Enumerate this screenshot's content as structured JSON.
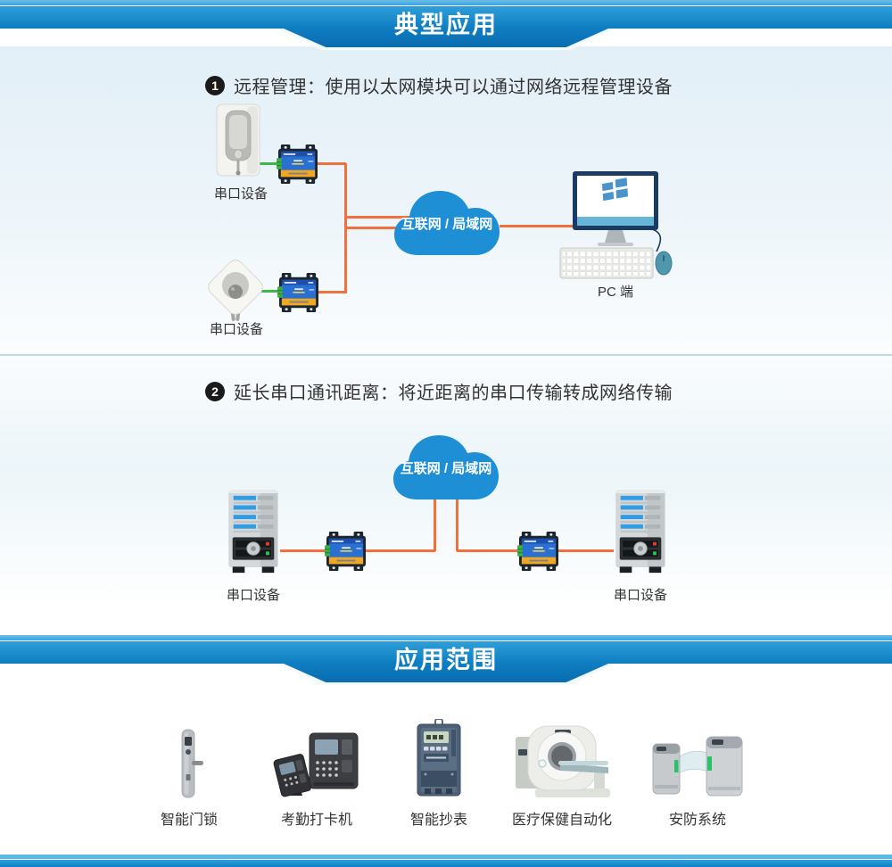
{
  "banners": {
    "top": "典型应用",
    "bottom": "应用范围"
  },
  "sections": [
    {
      "number": "1",
      "heading": "远程管理：使用以太网模块可以通过网络远程管理设备",
      "cloud_label": "互联网 / 局域网",
      "device_labels": {
        "serial_device_top": "串口设备",
        "serial_device_bottom": "串口设备",
        "pc": "PC 端"
      }
    },
    {
      "number": "2",
      "heading": "延长串口通讯距离：将近距离的串口传输转成网络传输",
      "cloud_label": "互联网 / 局域网",
      "device_labels": {
        "serial_device_left": "串口设备",
        "serial_device_right": "串口设备"
      }
    }
  ],
  "applications": [
    {
      "label": "智能门锁",
      "icon": "smart-door-lock"
    },
    {
      "label": "考勤打卡机",
      "icon": "attendance-machine"
    },
    {
      "label": "智能抄表",
      "icon": "smart-meter"
    },
    {
      "label": "医疗保健自动化",
      "icon": "medical-automation"
    },
    {
      "label": "安防系统",
      "icon": "security-turnstile"
    }
  ],
  "colors": {
    "banner_blue": "#0e7dc0",
    "banner_blue_light": "#4fb0e3",
    "cloud_blue": "#1e8fd5",
    "line_orange": "#f0703e",
    "line_green": "#3cb64b",
    "heading_text": "#333333"
  }
}
